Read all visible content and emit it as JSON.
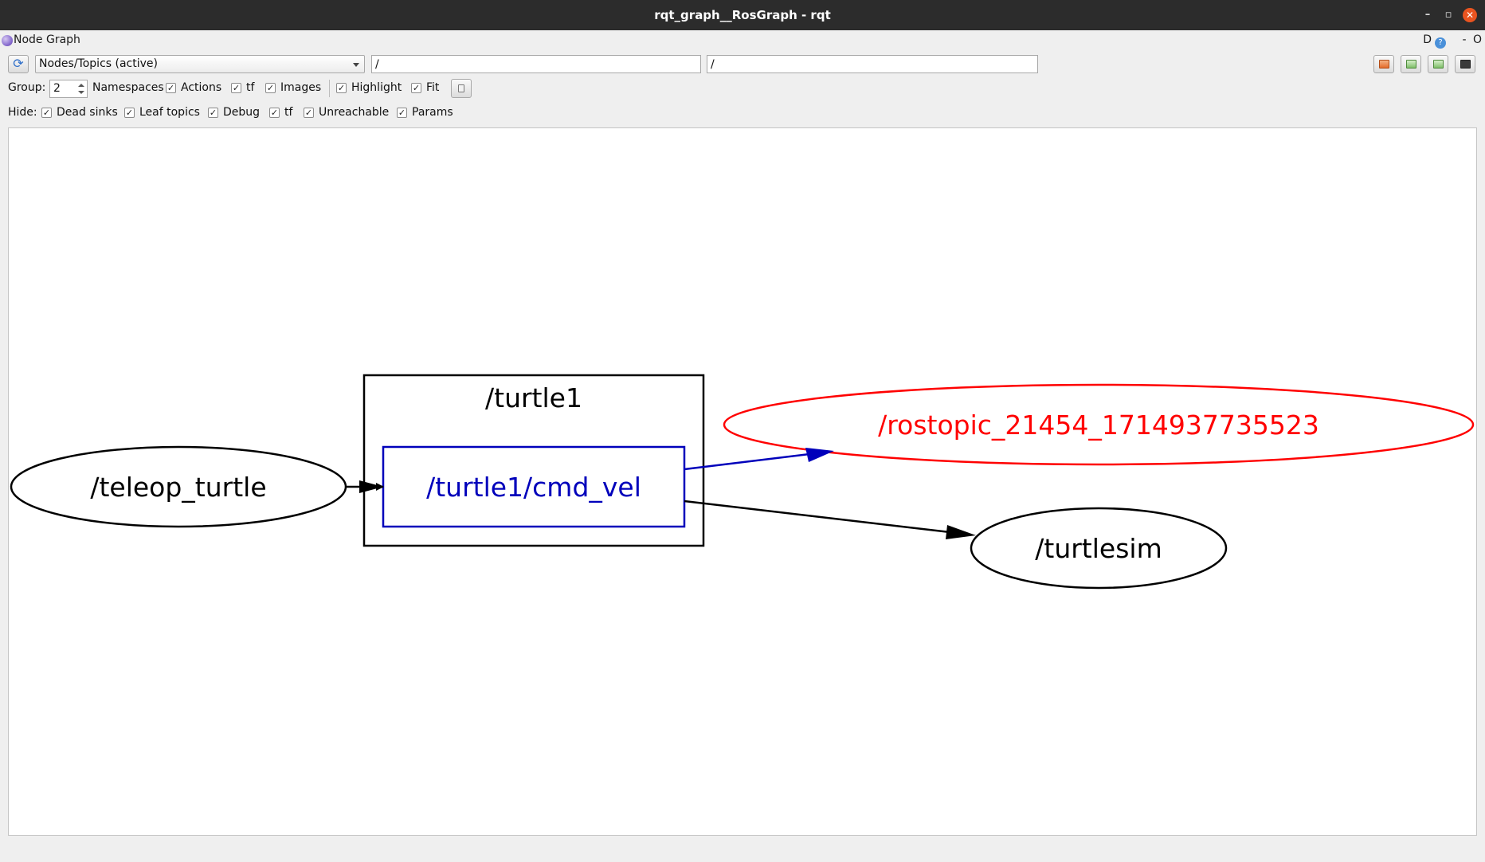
{
  "window": {
    "title": "rqt_graph__RosGraph - rqt",
    "controls": {
      "minimize": "–",
      "maximize": "▫",
      "close": "✕"
    }
  },
  "dock": {
    "title": "Node Graph",
    "right_d": "D",
    "right_help": "?",
    "right_minus": "-",
    "right_o": "O"
  },
  "toolbar": {
    "refresh_icon": "refresh-icon",
    "view_mode": "Nodes/Topics (active)",
    "node_filter": "/",
    "topic_filter": "/",
    "buttons": [
      "load-dot-icon",
      "save-dot-icon",
      "save-svg-icon",
      "save-image-icon"
    ]
  },
  "options": {
    "group_label": "Group:",
    "group_value": "2",
    "namespaces": {
      "label": "Namespaces",
      "checked": true
    },
    "actions": {
      "label": "Actions",
      "checked": true
    },
    "tf": {
      "label": "tf",
      "checked": true
    },
    "images": {
      "label": "Images",
      "checked": true
    },
    "highlight": {
      "label": "Highlight",
      "checked": true
    },
    "fit": {
      "label": "Fit",
      "checked": true
    }
  },
  "hide": {
    "label": "Hide:",
    "dead_sinks": {
      "label": "Dead sinks",
      "checked": true
    },
    "leaf_topics": {
      "label": "Leaf topics",
      "checked": true
    },
    "debug": {
      "label": "Debug",
      "checked": true
    },
    "tf": {
      "label": "tf",
      "checked": true
    },
    "unreachable": {
      "label": "Unreachable",
      "checked": true
    },
    "params": {
      "label": "Params",
      "checked": true
    }
  },
  "graph": {
    "namespace_box": "/turtle1",
    "topic": "/turtle1/cmd_vel",
    "nodes": {
      "teleop": "/teleop_turtle",
      "rostopic": "/rostopic_21454_1714937735523",
      "turtlesim": "/turtlesim"
    },
    "colors": {
      "default": "#000000",
      "highlight_topic": "#0000bb",
      "highlight_node": "#ff0000"
    }
  }
}
